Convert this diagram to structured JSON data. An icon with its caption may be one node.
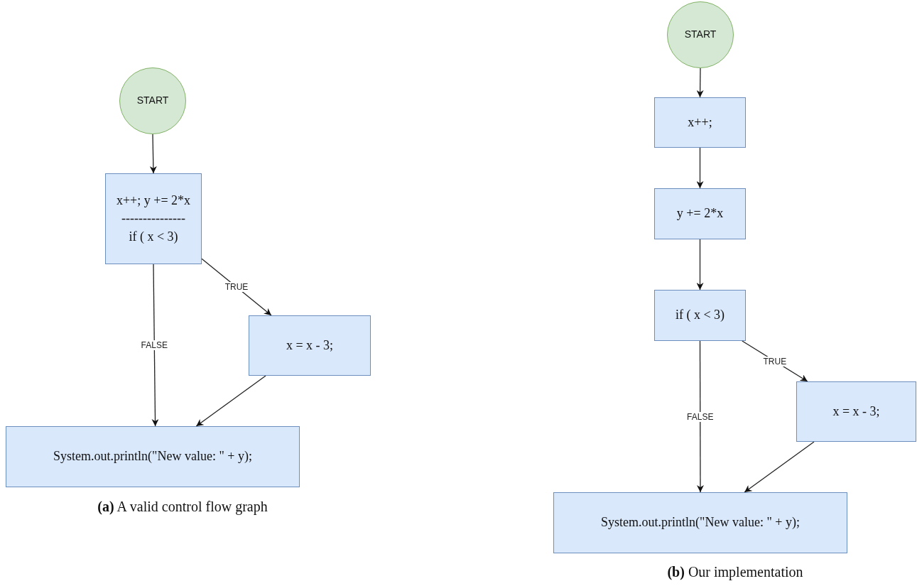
{
  "diagram": {
    "nodes": [
      {
        "text": [
          "START"
        ]
      },
      {
        "text": [
          "x++; y += 2*x",
          "---------------",
          "if ( x < 3)"
        ]
      },
      {
        "text": [
          "x = x - 3;"
        ]
      },
      {
        "text": [
          "System.out.println(\"New value: \" + y);"
        ]
      },
      {
        "text": [
          "START"
        ]
      },
      {
        "text": [
          "x++;"
        ]
      },
      {
        "text": [
          "y += 2*x"
        ]
      },
      {
        "text": [
          "if ( x < 3)"
        ]
      },
      {
        "text": [
          "x = x - 3;"
        ]
      },
      {
        "text": [
          "System.out.println(\"New value: \" + y);"
        ]
      }
    ],
    "edges": [
      {
        "from": 0,
        "to": 1,
        "arrow": "to"
      },
      {
        "from": 1,
        "to": 3,
        "arrow": "to",
        "label": "FALSE"
      },
      {
        "from": 1,
        "to": 2,
        "arrow": "to",
        "label": "TRUE"
      },
      {
        "from": 2,
        "to": 3,
        "arrow": "to"
      },
      {
        "from": 4,
        "to": 5,
        "arrow": "to"
      },
      {
        "from": 5,
        "to": 6,
        "arrow": "to"
      },
      {
        "from": 6,
        "to": 7,
        "arrow": "to"
      },
      {
        "from": 7,
        "to": 9,
        "arrow": "to",
        "label": "FALSE"
      },
      {
        "from": 7,
        "to": 8,
        "arrow": "to",
        "label": "TRUE"
      },
      {
        "from": 8,
        "to": 9,
        "arrow": "to"
      }
    ],
    "labels": [
      "**(a)** A valid control flow graph",
      "**(b)** Our implementation"
    ]
  }
}
